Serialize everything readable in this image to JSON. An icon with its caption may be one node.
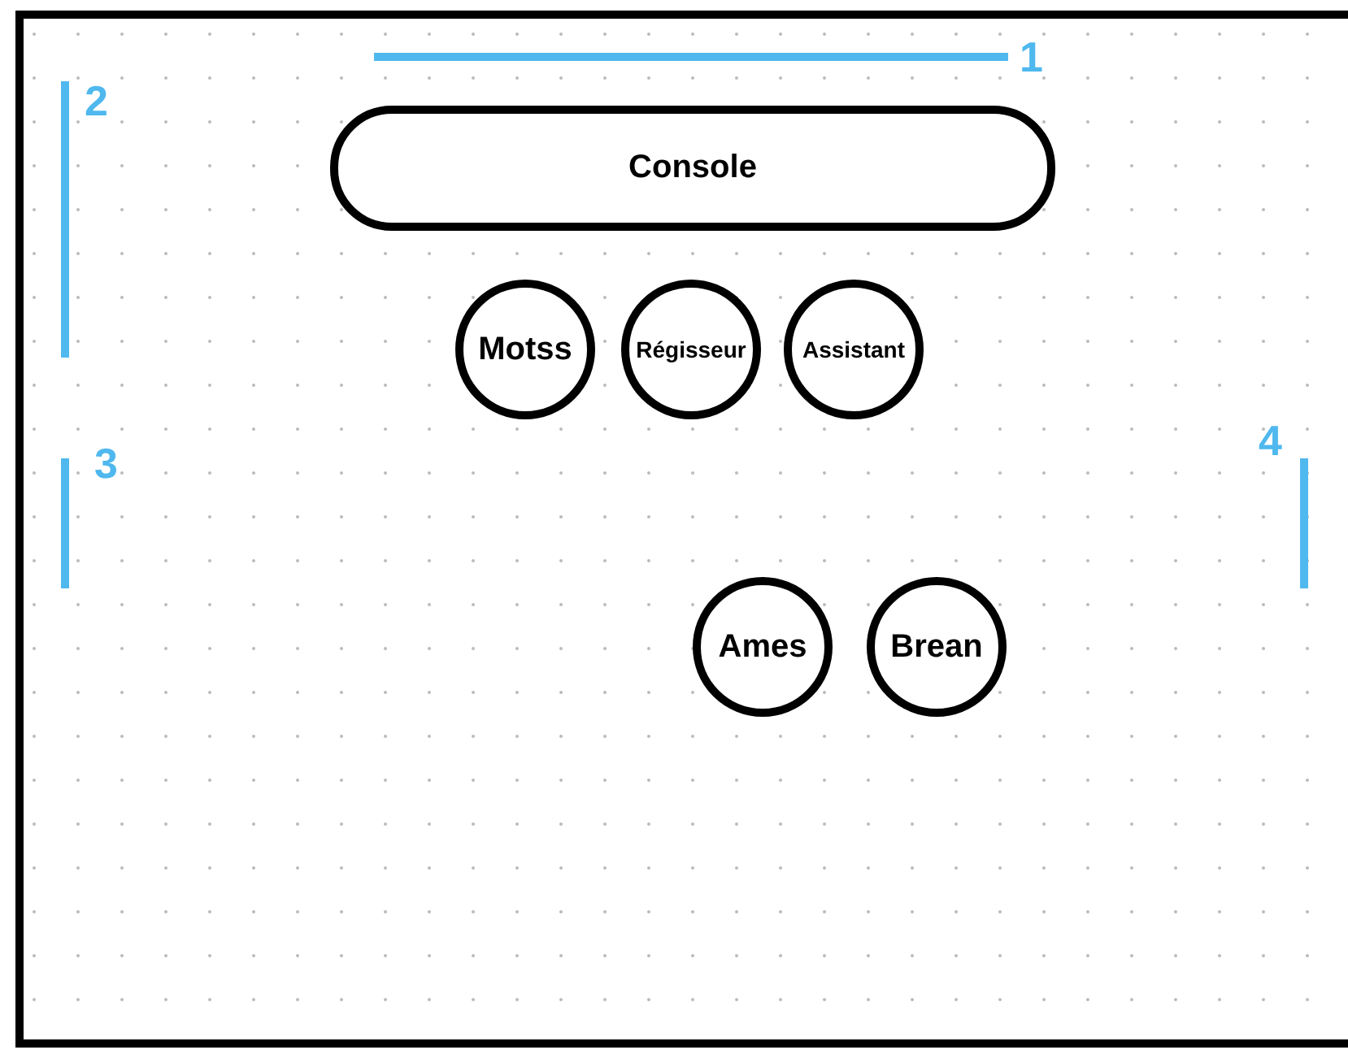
{
  "diagram": {
    "nodes": [
      {
        "text": [
          "Console"
        ]
      },
      {
        "text": [
          "Motss"
        ]
      },
      {
        "text": [
          "Régisseur"
        ]
      },
      {
        "text": [
          "Assistant"
        ]
      },
      {
        "text": [
          "Ames"
        ]
      },
      {
        "text": [
          "Brean"
        ]
      }
    ],
    "labels": [
      "1",
      "2",
      "3",
      "4"
    ]
  }
}
